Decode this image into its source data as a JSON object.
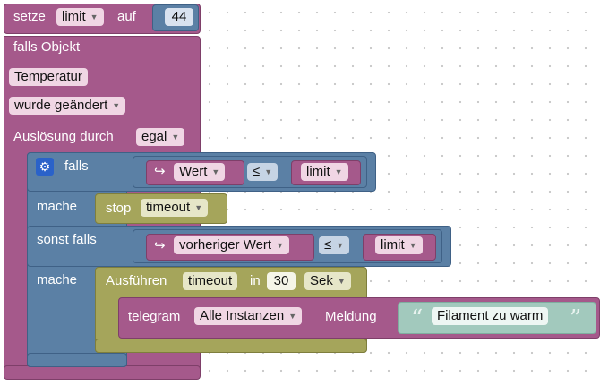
{
  "set_block": {
    "label_setze": "setze",
    "variable": "limit",
    "label_auf": "auf",
    "value": "44"
  },
  "trigger_block": {
    "label_falls_objekt": "falls Objekt",
    "object": "Temperatur",
    "condition": "wurde geändert",
    "label_ausloesung": "Auslösung durch",
    "ausloesung_value": "egal"
  },
  "if_block": {
    "label_falls": "falls",
    "cond1": {
      "left": "Wert",
      "op": "≤",
      "right": "limit"
    },
    "label_mache1": "mache",
    "stop": {
      "label": "stop",
      "value": "timeout"
    },
    "label_sonst_falls": "sonst falls",
    "cond2": {
      "left": "vorheriger Wert",
      "op": "≤",
      "right": "limit"
    },
    "label_mache2": "mache",
    "timeout": {
      "label": "Ausführen",
      "name": "timeout",
      "label_in": "in",
      "amount": "30",
      "unit": "Sek"
    },
    "telegram": {
      "label": "telegram",
      "instance": "Alle Instanzen",
      "label_meldung": "Meldung",
      "message": "Filament zu warm"
    }
  },
  "icons": {
    "gear": "gear-icon",
    "return_arrow": "return-arrow-icon",
    "dropdown": "dropdown-arrow-icon",
    "quote": "quote-icon"
  },
  "colors": {
    "purple": "#a5598b",
    "blue": "#5b80a5",
    "olive": "#a5a55b"
  }
}
